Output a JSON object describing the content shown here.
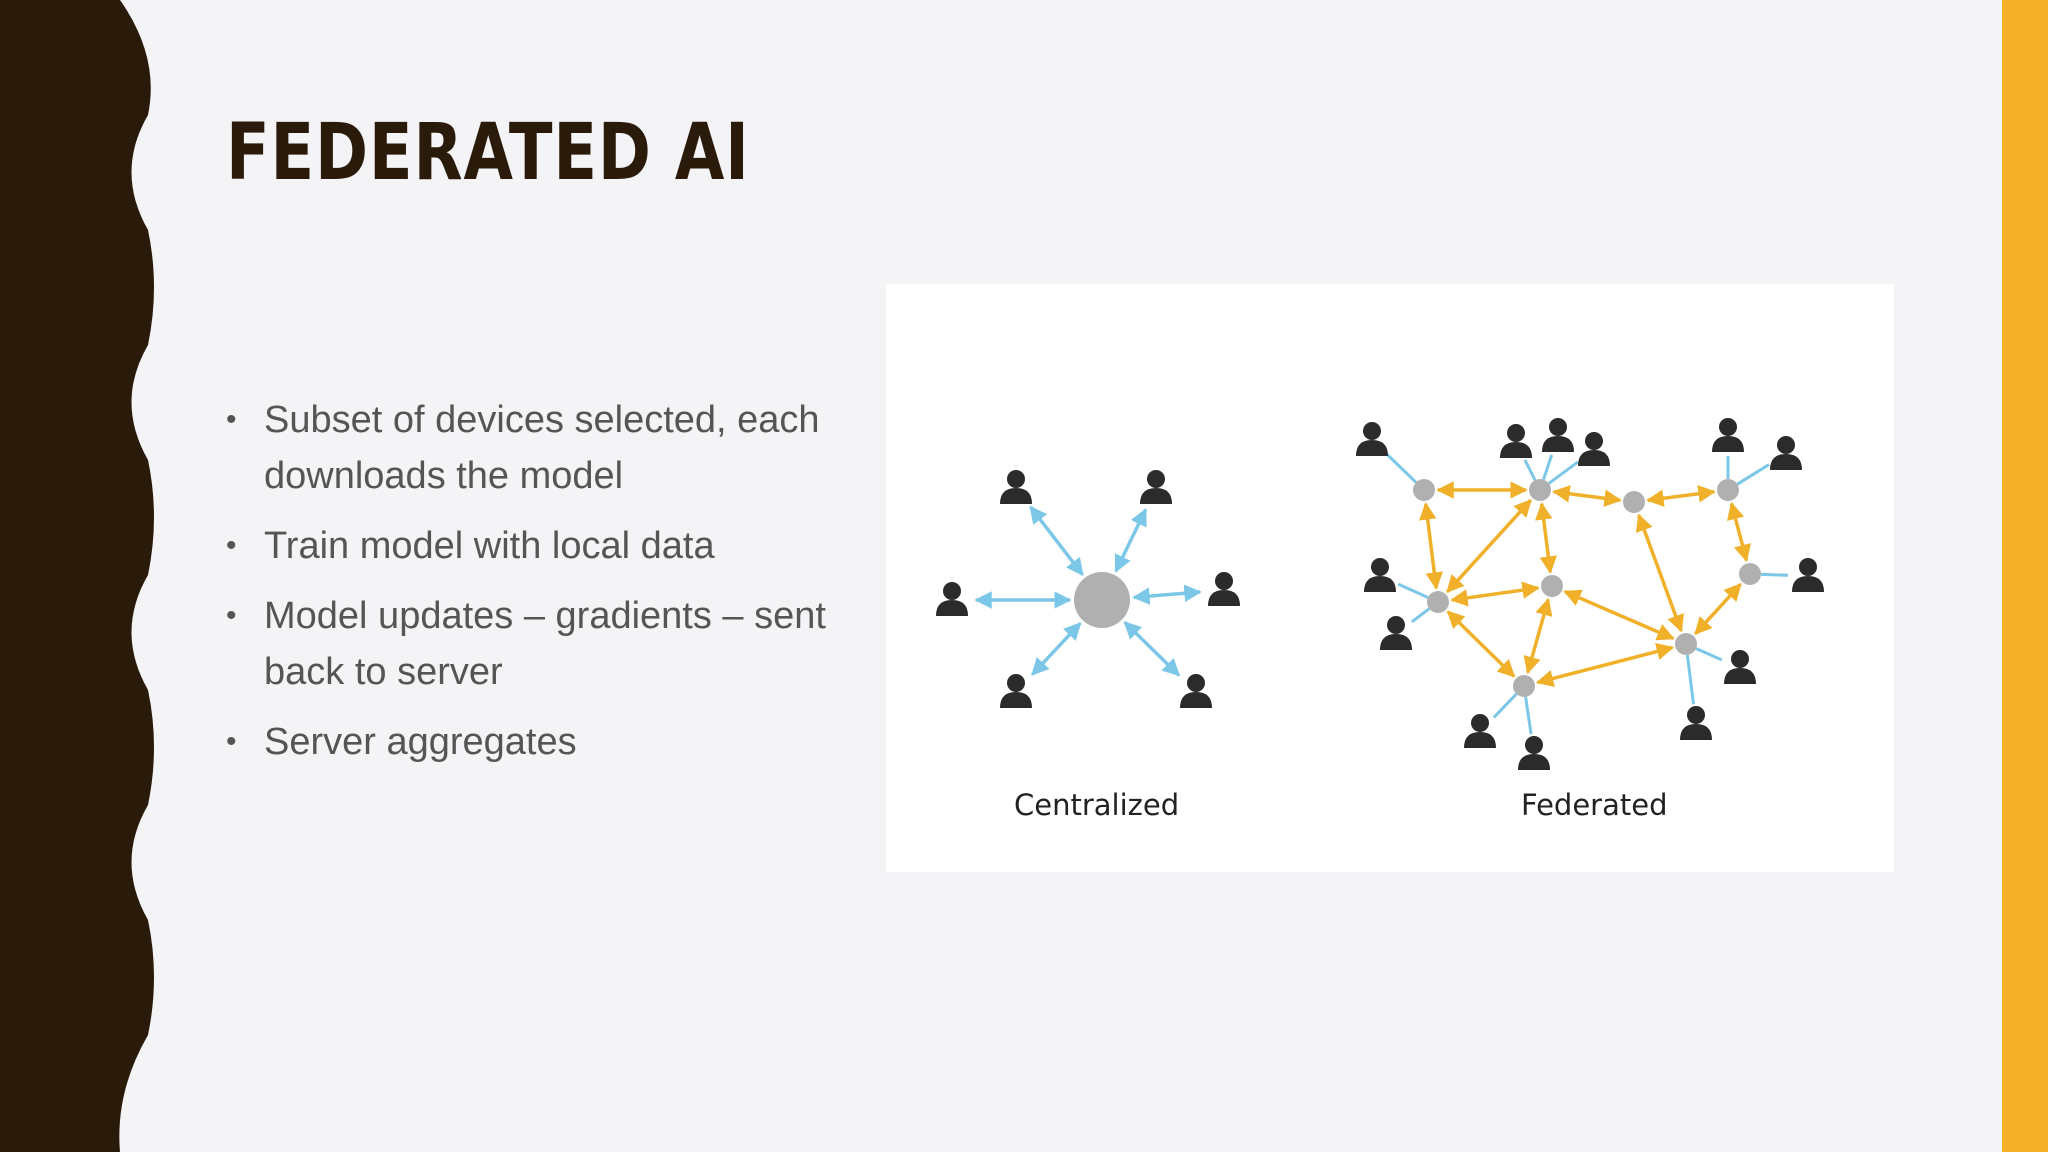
{
  "slide": {
    "title": "FEDERATED AI",
    "bullets": [
      "Subset of devices selected, each downloads the model",
      "Train model with local data",
      "Model updates – gradients – sent back to server",
      "Server aggregates"
    ],
    "bullet_glyph": "•"
  },
  "diagram": {
    "captions": {
      "left": "Centralized",
      "right": "Federated"
    }
  },
  "colors": {
    "wave": "#2a1a0a",
    "accent_bar": "#f5b027",
    "title": "#2a1a0a",
    "text": "#555555",
    "spoke": "#7cc7e8",
    "peer_arrow": "#f0b02a",
    "node": "#b0b0b0",
    "user": "#2b2b2b"
  }
}
